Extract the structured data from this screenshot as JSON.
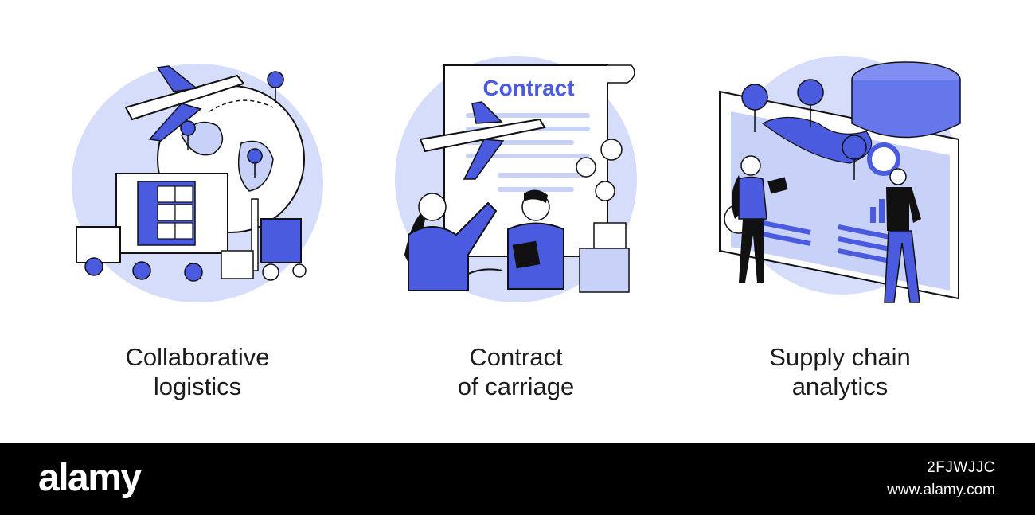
{
  "illustrations": [
    {
      "caption_line1": "Collaborative",
      "caption_line2": "logistics"
    },
    {
      "document_title": "Contract",
      "caption_line1": "Contract",
      "caption_line2": "of carriage"
    },
    {
      "caption_line1": "Supply chain",
      "caption_line2": "analytics"
    }
  ],
  "footer": {
    "brand": "alamy",
    "stock_id": "2FJWJJC",
    "site": "www.alamy.com"
  },
  "colors": {
    "accent_blue": "#4a5be0",
    "light_blue": "#c8d2f8",
    "outline": "#111111",
    "footer_bg": "#000000"
  }
}
